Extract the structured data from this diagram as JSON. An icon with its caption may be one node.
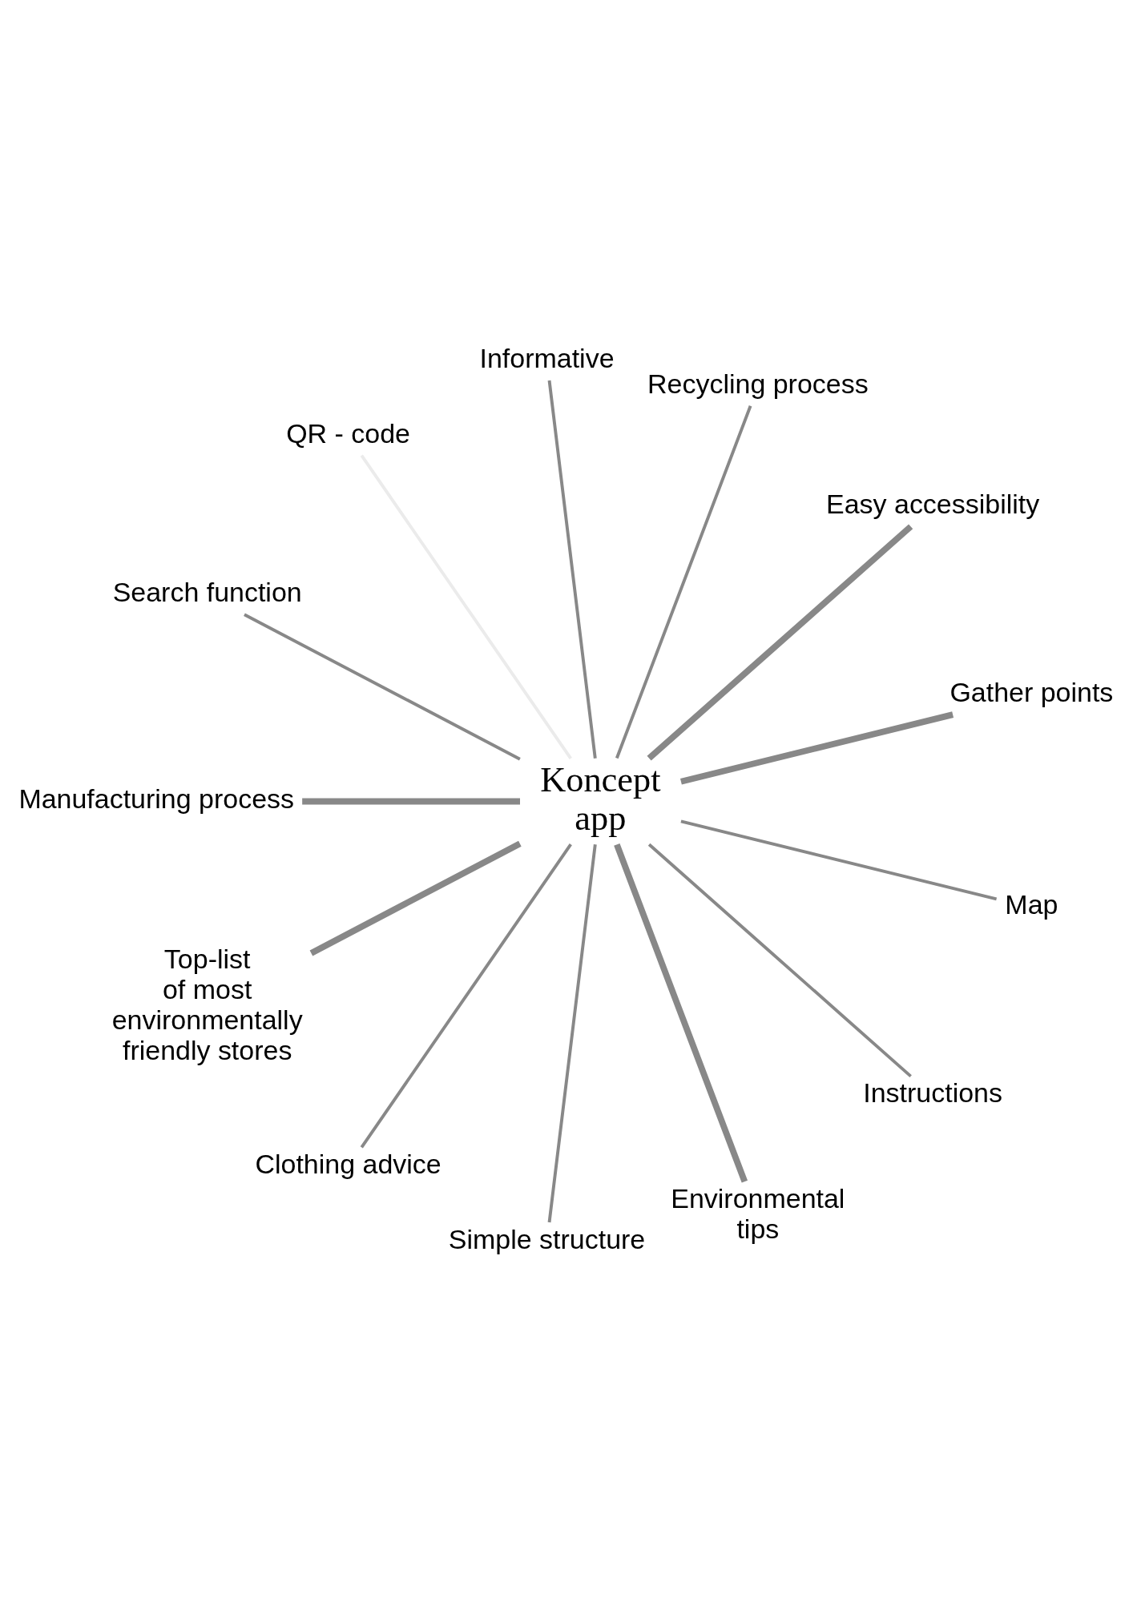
{
  "diagram": {
    "nodes": [
      {
        "text": [
          "Koncept app"
        ]
      },
      {
        "text": [
          "Gather points"
        ]
      },
      {
        "text": [
          "Easy accessibility"
        ]
      },
      {
        "text": [
          "Recycling process"
        ]
      },
      {
        "text": [
          "Informative"
        ]
      },
      {
        "text": [
          "QR - code"
        ]
      },
      {
        "text": [
          "Search function"
        ]
      },
      {
        "text": [
          "Manufacturing process"
        ]
      },
      {
        "text": [
          "Top-list of most environmentally friendly stores"
        ]
      },
      {
        "text": [
          "Clothing advice"
        ]
      },
      {
        "text": [
          "Simple structure"
        ]
      },
      {
        "text": [
          "Environmental tips"
        ]
      },
      {
        "text": [
          "Instructions"
        ]
      },
      {
        "text": [
          "Map"
        ]
      }
    ],
    "edges": [
      {
        "from": 0,
        "to": 1,
        "arrow": "none",
        "style": "thick"
      },
      {
        "from": 0,
        "to": 2,
        "arrow": "none",
        "style": "thick"
      },
      {
        "from": 0,
        "to": 3,
        "arrow": "none"
      },
      {
        "from": 0,
        "to": 4,
        "arrow": "none"
      },
      {
        "from": 0,
        "to": 5,
        "arrow": "none",
        "color": "#ebebeb"
      },
      {
        "from": 0,
        "to": 6,
        "arrow": "none"
      },
      {
        "from": 0,
        "to": 7,
        "arrow": "none",
        "style": "thick"
      },
      {
        "from": 0,
        "to": 8,
        "arrow": "none",
        "style": "thick"
      },
      {
        "from": 0,
        "to": 9,
        "arrow": "none"
      },
      {
        "from": 0,
        "to": 10,
        "arrow": "none"
      },
      {
        "from": 0,
        "to": 11,
        "arrow": "none",
        "style": "thick"
      },
      {
        "from": 0,
        "to": 12,
        "arrow": "none"
      },
      {
        "from": 0,
        "to": 13,
        "arrow": "none"
      }
    ]
  }
}
